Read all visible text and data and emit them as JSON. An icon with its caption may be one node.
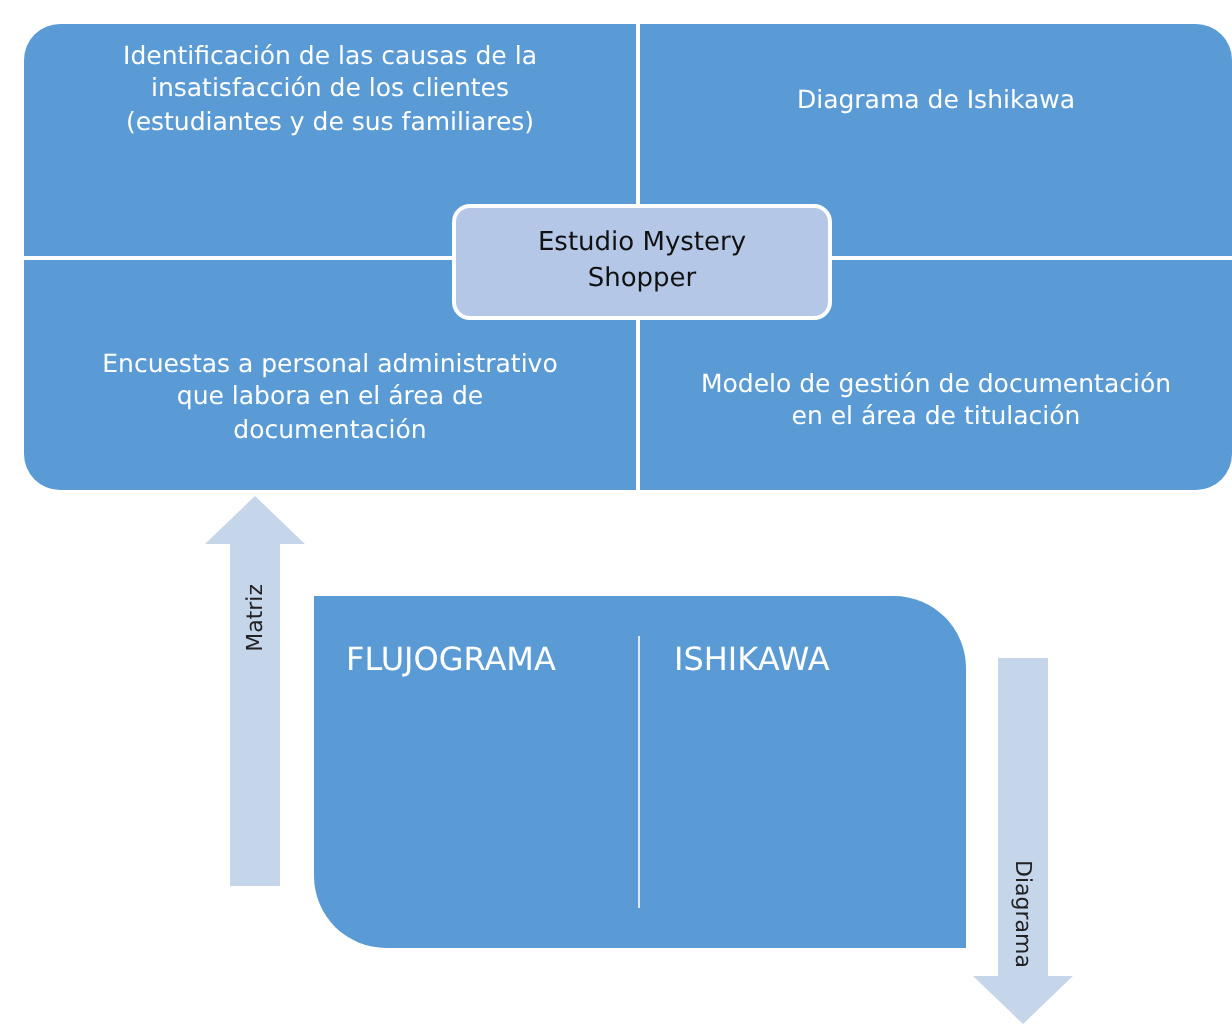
{
  "diagram": {
    "nodes": [
      {
        "text": [],
        "shape": "box"
      },
      {
        "text": [
          "Identificación de las causas de la insatisfacción de los clientes (estudiantes y de sus familiares)"
        ],
        "in": 0
      },
      {
        "text": [
          "Diagrama de Ishikawa"
        ],
        "in": 0
      },
      {
        "text": [
          "Encuestas a personal administrativo que labora en el área de documentación"
        ],
        "in": 0
      },
      {
        "text": [
          "Modelo de gestión de documentación en el área de titulación"
        ],
        "in": 0
      },
      {
        "text": [
          "Estudio Mystery Shopper"
        ],
        "in": 0
      },
      {
        "text": [
          "FLUJOGRAMA",
          "ISHIKAWA"
        ]
      }
    ],
    "edges": [
      {
        "from": null,
        "to": 0,
        "arrow": "to",
        "label": "Matriz"
      },
      {
        "from": 6,
        "to": null,
        "arrow": "to",
        "label": "Diagrama"
      }
    ]
  }
}
